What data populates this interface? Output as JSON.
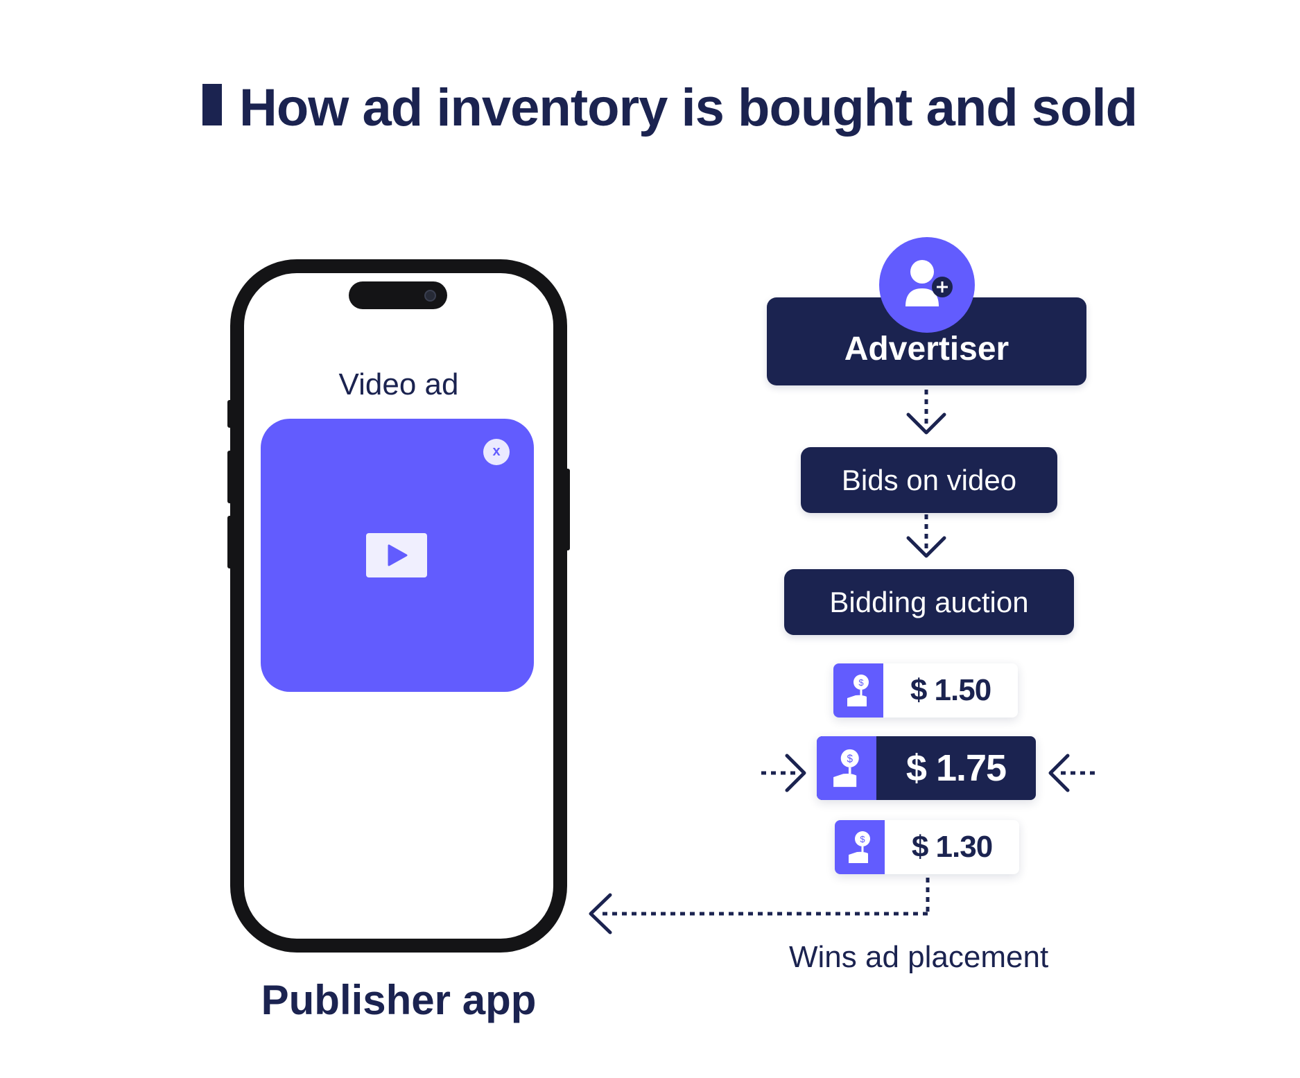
{
  "title": "How ad inventory is bought and sold",
  "phone": {
    "video_label": "Video ad",
    "close_glyph": "x",
    "caption": "Publisher app"
  },
  "flow": {
    "advertiser": "Advertiser",
    "step_bids": "Bids on video",
    "step_auction": "Bidding auction",
    "bids": [
      "$ 1.50",
      "$ 1.75",
      "$ 1.30"
    ],
    "winning_bid_index": 1,
    "wins_label": "Wins ad placement"
  },
  "colors": {
    "navy": "#1b2350",
    "accent_purple": "#625cfe",
    "white": "#ffffff"
  },
  "icons": [
    "add-user-icon",
    "play-icon",
    "close-icon",
    "money-hand-icon",
    "arrow-down-icon",
    "arrow-left-icon",
    "arrow-right-icon"
  ]
}
